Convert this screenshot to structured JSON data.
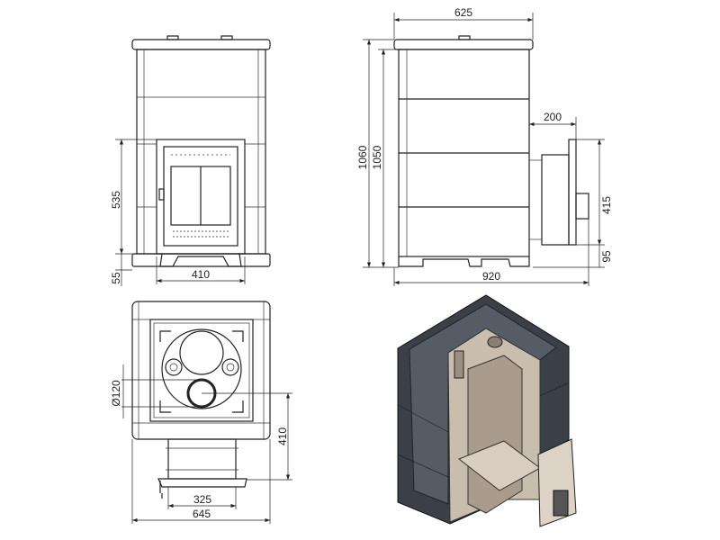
{
  "front_view": {
    "door_height": "535",
    "base_height": "55",
    "door_width": "410"
  },
  "side_view": {
    "depth": "625",
    "total_height": "1060",
    "body_height": "1050",
    "tunnel_length": "200",
    "tunnel_height": "415",
    "tunnel_offset": "95",
    "total_depth": "920"
  },
  "top_view": {
    "flue_diameter": "Ø120",
    "flue_offset": "410",
    "tunnel_width": "325",
    "width": "645"
  },
  "colors": {
    "line": "#222222",
    "slate": "#3a3f47",
    "interior": "#b9ad9f"
  }
}
